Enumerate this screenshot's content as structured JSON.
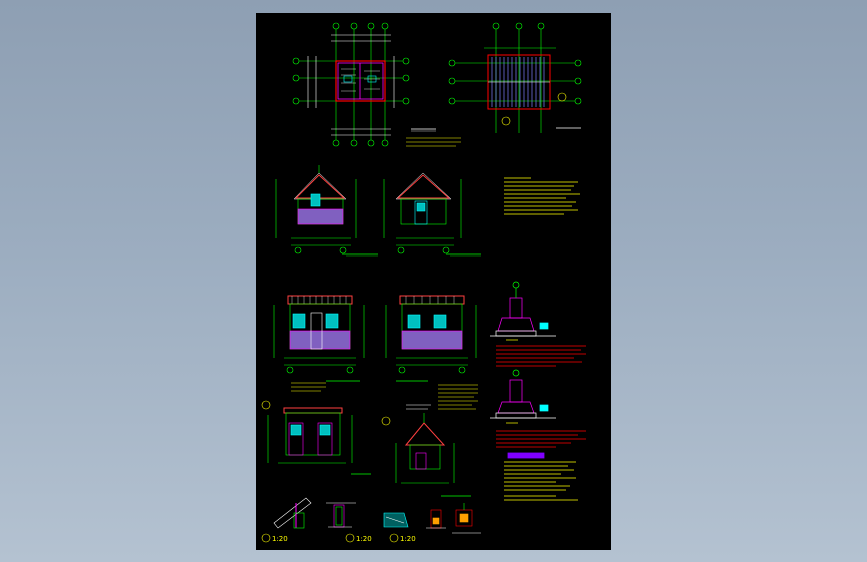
{
  "viewer": {
    "background_top": "#8e9fb3",
    "background_bottom": "#b4c2d1",
    "sheet_color": "#000000"
  },
  "colors": {
    "grid_line": "#00ff00",
    "wall": "#ff00ff",
    "dimension": "#ffffff",
    "note": "#ffff00",
    "highlight": "#ff0000",
    "glazing": "#00ffff",
    "fill_wall": "#8060c0",
    "roof": "#ff4040"
  },
  "drawing": {
    "scale_labels": [
      "1:20",
      "1:20",
      "1:20"
    ]
  }
}
